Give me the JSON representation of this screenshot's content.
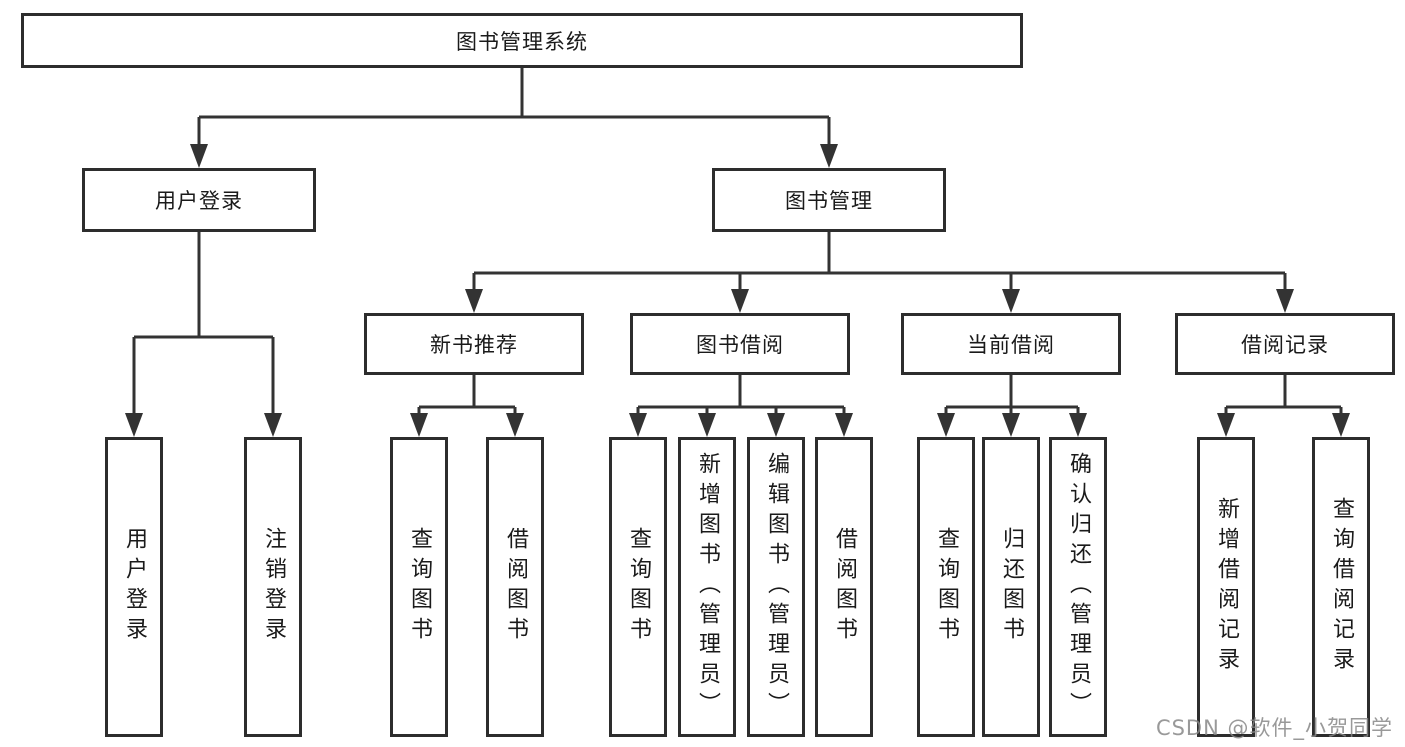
{
  "diagram": {
    "root": {
      "label": "图书管理系统"
    },
    "level1": [
      {
        "label": "用户登录"
      },
      {
        "label": "图书管理"
      }
    ],
    "level2": [
      {
        "label": "新书推荐"
      },
      {
        "label": "图书借阅"
      },
      {
        "label": "当前借阅"
      },
      {
        "label": "借阅记录"
      }
    ],
    "leaves": [
      {
        "label": "用户登录"
      },
      {
        "label": "注销登录"
      },
      {
        "label": "查询图书"
      },
      {
        "label": "借阅图书"
      },
      {
        "label": "查询图书"
      },
      {
        "label": "新增图书（管理员）"
      },
      {
        "label": "编辑图书（管理员）"
      },
      {
        "label": "借阅图书"
      },
      {
        "label": "查询图书"
      },
      {
        "label": "归还图书"
      },
      {
        "label": "确认归还（管理员）"
      },
      {
        "label": "新增借阅记录"
      },
      {
        "label": "查询借阅记录"
      }
    ]
  },
  "watermark": {
    "text": "CSDN @软件_小贺同学"
  },
  "colors": {
    "line": "#333333",
    "box_border": "#2d2d2d",
    "text": "#1a1a1a",
    "watermark": "#878787",
    "background": "#ffffff"
  }
}
